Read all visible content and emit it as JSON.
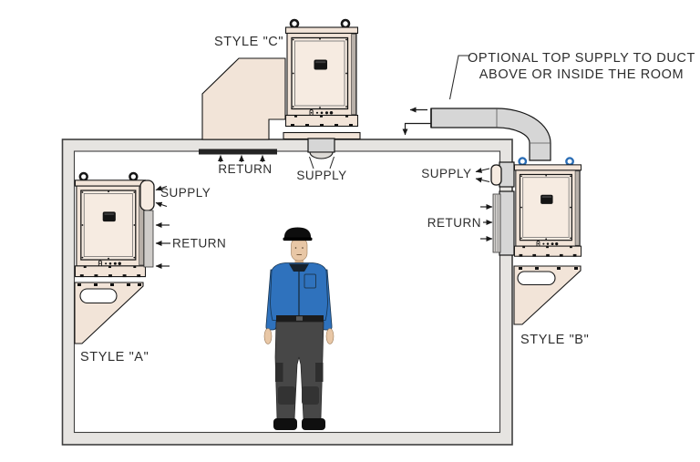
{
  "note": {
    "line1": "OPTIONAL TOP SUPPLY TO DUCT",
    "line2": "ABOVE OR INSIDE THE ROOM"
  },
  "units": {
    "a": {
      "style_label": "STYLE \"A\"",
      "supply_label": "SUPPLY",
      "return_label": "RETURN"
    },
    "b": {
      "style_label": "STYLE \"B\"",
      "supply_label": "SUPPLY",
      "return_label": "RETURN"
    },
    "c": {
      "style_label": "STYLE \"C\"",
      "supply_label": "SUPPLY",
      "return_label": "RETURN"
    }
  },
  "colors": {
    "cabinet": "#f2e4d8",
    "panel": "#f6ebe1",
    "wall": "#e6e4e1",
    "duct": "#d6d6d6",
    "shirt": "#2f72bd",
    "pants": "#474747",
    "skin": "#e8c7a6",
    "eye_blue": "#2a6db5"
  }
}
